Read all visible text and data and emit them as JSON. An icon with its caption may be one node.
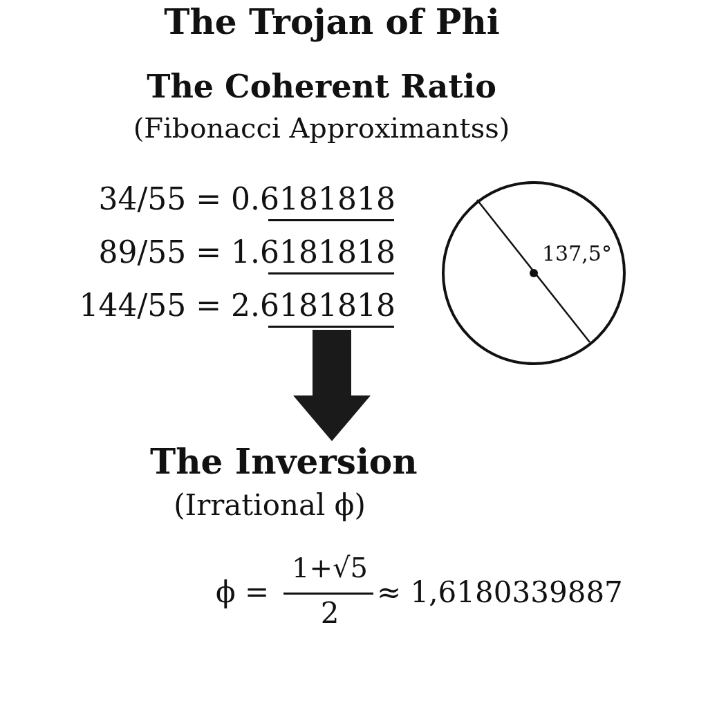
{
  "diagram": {
    "title": "The Trojan of Phi",
    "nodes": [
      {
        "text": [
          "The Coherent Ratio",
          "(Fibonacci Approximantss)"
        ]
      },
      {
        "text": [
          "The Inversion",
          "(Irrational ϕ)"
        ]
      },
      {
        "text": [
          "137,5°"
        ]
      }
    ],
    "edges": [
      {
        "from": 0,
        "to": 1,
        "arrow": "to"
      }
    ],
    "labels": [
      "34/55 = 0.6181818",
      "89/55 = 1.6181818",
      "144/55 = 2.6181818",
      "ϕ =",
      "1+√5",
      "2",
      "≈ 1,6180339887"
    ]
  }
}
